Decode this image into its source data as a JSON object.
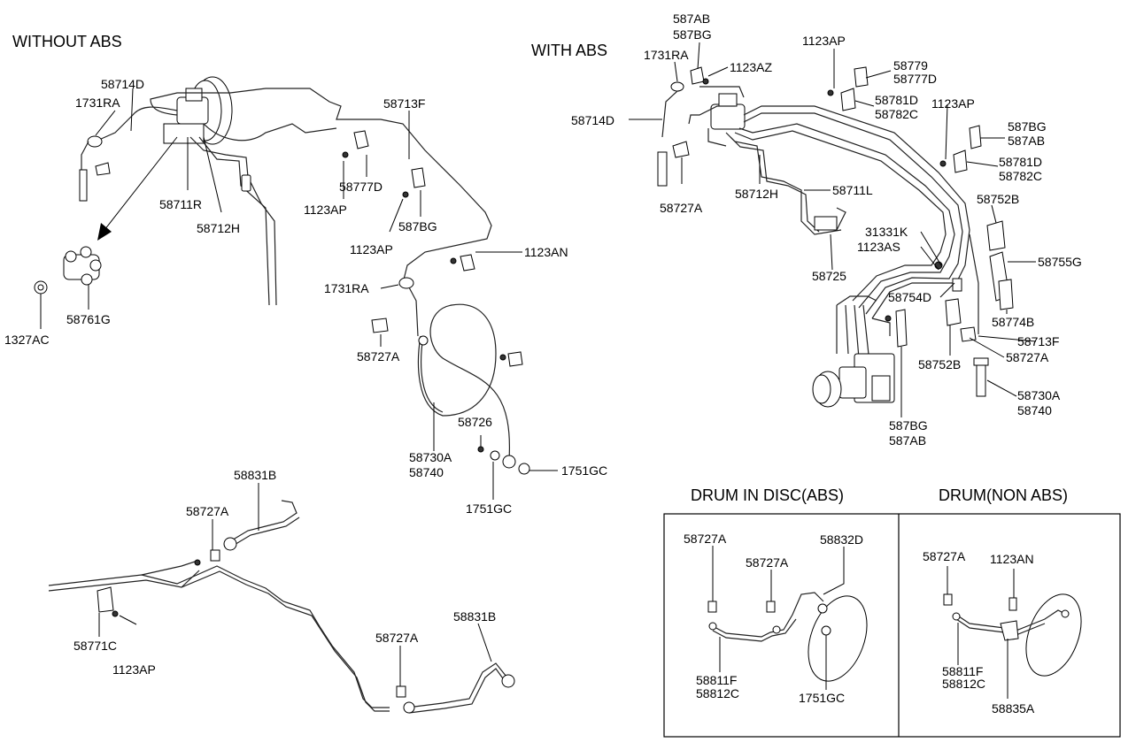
{
  "sections": {
    "without_abs": "WITHOUT ABS",
    "with_abs": "WITH ABS",
    "drum_in_disc": "DRUM IN DISC(ABS)",
    "drum_non_abs": "DRUM(NON ABS)"
  },
  "labels": {
    "wo_58714D": "58714D",
    "wo_1731RA_a": "1731RA",
    "wo_58713F": "58713F",
    "wo_58711R": "58711R",
    "wo_58712H": "58712H",
    "wo_58777D": "58777D",
    "wo_1123AP_a": "1123AP",
    "wo_587BG": "587BG",
    "wo_1123AP_b": "1123AP",
    "wo_1123AN": "1123AN",
    "wo_1731RA_b": "1731RA",
    "wo_58761G": "58761G",
    "wo_1327AC": "1327AC",
    "wo_58727A": "58727A",
    "wo_58730A": "58730A",
    "wo_58740": "58740",
    "wo_58726": "58726",
    "wo_1751GC_a": "1751GC",
    "wo_1751GC_b": "1751GC",
    "r_58831B_a": "58831B",
    "r_58727A_a": "58727A",
    "r_58771C": "58771C",
    "r_1123AP": "1123AP",
    "r_58727A_b": "58727A",
    "r_58831B_b": "58831B",
    "w_587AB_a": "587AB",
    "w_587BG_a": "587BG",
    "w_1731RA": "1731RA",
    "w_1123AZ": "1123AZ",
    "w_1123AP_a": "1123AP",
    "w_58779": "58779",
    "w_58777D": "58777D",
    "w_58781D_a": "58781D",
    "w_58782C_a": "58782C",
    "w_1123AP_b": "1123AP",
    "w_58714D": "58714D",
    "w_587BG_b": "587BG",
    "w_587AB_b": "587AB",
    "w_58781D_b": "58781D",
    "w_58782C_b": "58782C",
    "w_58727A_a": "58727A",
    "w_58712H": "58712H",
    "w_58711L": "58711L",
    "w_58752B_a": "58752B",
    "w_31331K": "31331K",
    "w_1123AS": "1123AS",
    "w_58755G": "58755G",
    "w_58725": "58725",
    "w_58754D": "58754D",
    "w_58774B": "58774B",
    "w_58713F": "58713F",
    "w_58727A_b": "58727A",
    "w_58752B_b": "58752B",
    "w_58730A": "58730A",
    "w_58740": "58740",
    "w_587BG_c": "587BG",
    "w_587AB_c": "587AB",
    "d_58727A_a": "58727A",
    "d_58727A_b": "58727A",
    "d_58832D": "58832D",
    "d_58811F": "58811F",
    "d_58812C": "58812C",
    "d_1751GC": "1751GC",
    "n_58727A": "58727A",
    "n_1123AN": "1123AN",
    "n_58811F": "58811F",
    "n_58812C": "58812C",
    "n_58835A": "58835A"
  }
}
